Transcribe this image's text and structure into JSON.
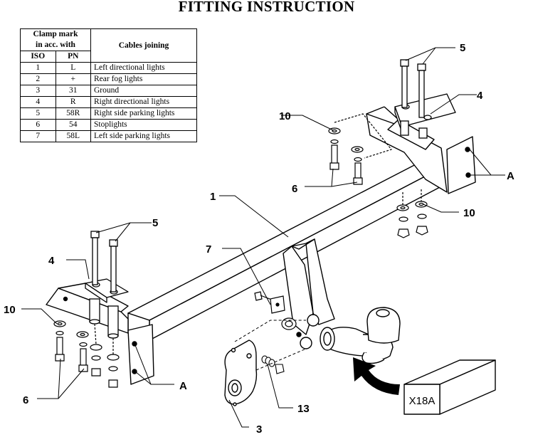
{
  "title": "FITTING INSTRUCTION",
  "table": {
    "header_clamp_line1": "Clamp mark",
    "header_clamp_line2": "in acc. with",
    "header_iso": "ISO",
    "header_pn": "PN",
    "header_cables": "Cables joining",
    "rows": [
      {
        "iso": "1",
        "pn": "L",
        "cable": "Left directional lights"
      },
      {
        "iso": "2",
        "pn": "+",
        "cable": "Rear fog lights"
      },
      {
        "iso": "3",
        "pn": "31",
        "cable": "Ground"
      },
      {
        "iso": "4",
        "pn": "R",
        "cable": "Right directional lights"
      },
      {
        "iso": "5",
        "pn": "58R",
        "cable": "Right side parking lights"
      },
      {
        "iso": "6",
        "pn": "54",
        "cable": "Stoplights"
      },
      {
        "iso": "7",
        "pn": "58L",
        "cable": "Left side parking lights"
      }
    ]
  },
  "callouts": {
    "c1": "1",
    "c3": "3",
    "c4_right": "4",
    "c4_left": "4",
    "c5_right": "5",
    "c5_left": "5",
    "c6_right": "6",
    "c6_left": "6",
    "c7": "7",
    "c10_top": "10",
    "c10_right": "10",
    "c10_left": "10",
    "c13": "13",
    "cA_right": "A",
    "cA_left": "A"
  },
  "model_box": "X18A"
}
